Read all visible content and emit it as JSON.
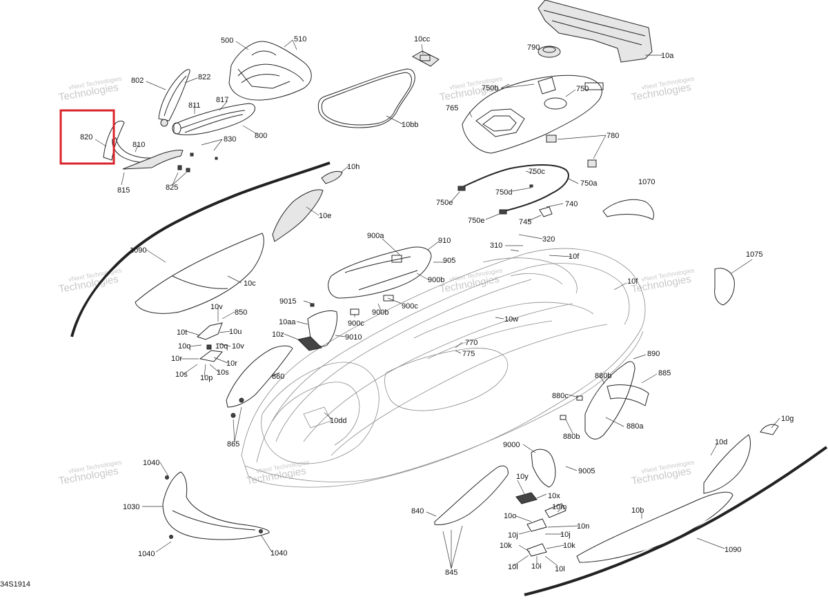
{
  "diagram": {
    "drawing_code": "34S1914",
    "watermark": {
      "line1": "vNext Technologies",
      "line2": "Technologies"
    },
    "highlight": {
      "color": "#d9232a",
      "part": "820"
    },
    "callouts": [
      "500",
      "510",
      "10cc",
      "790",
      "10a",
      "802",
      "822",
      "750b",
      "750",
      "765",
      "811",
      "817",
      "820",
      "810",
      "830",
      "800",
      "10bb",
      "780",
      "815",
      "825",
      "10h",
      "750c",
      "750a",
      "1070",
      "750e",
      "750d",
      "740",
      "10e",
      "750e",
      "745",
      "1090",
      "320",
      "900a",
      "910",
      "310",
      "10f",
      "905",
      "1075",
      "10c",
      "900b",
      "10f",
      "9015",
      "900c",
      "850",
      "10v",
      "900c",
      "10w",
      "900b",
      "10u",
      "10aa",
      "10t",
      "9010",
      "10z",
      "10q",
      "10q",
      "10v",
      "770",
      "775",
      "890",
      "10r",
      "10r",
      "10s",
      "10p",
      "10s",
      "860",
      "880b",
      "885",
      "880c",
      "10dd",
      "880b",
      "880a",
      "10g",
      "865",
      "9000",
      "10d",
      "1040",
      "9005",
      "10y",
      "10x",
      "1030",
      "10m",
      "840",
      "10o",
      "10n",
      "10b",
      "10j",
      "10j",
      "1040",
      "1040",
      "10k",
      "10k",
      "1090",
      "10l",
      "10i",
      "10l",
      "845"
    ]
  }
}
